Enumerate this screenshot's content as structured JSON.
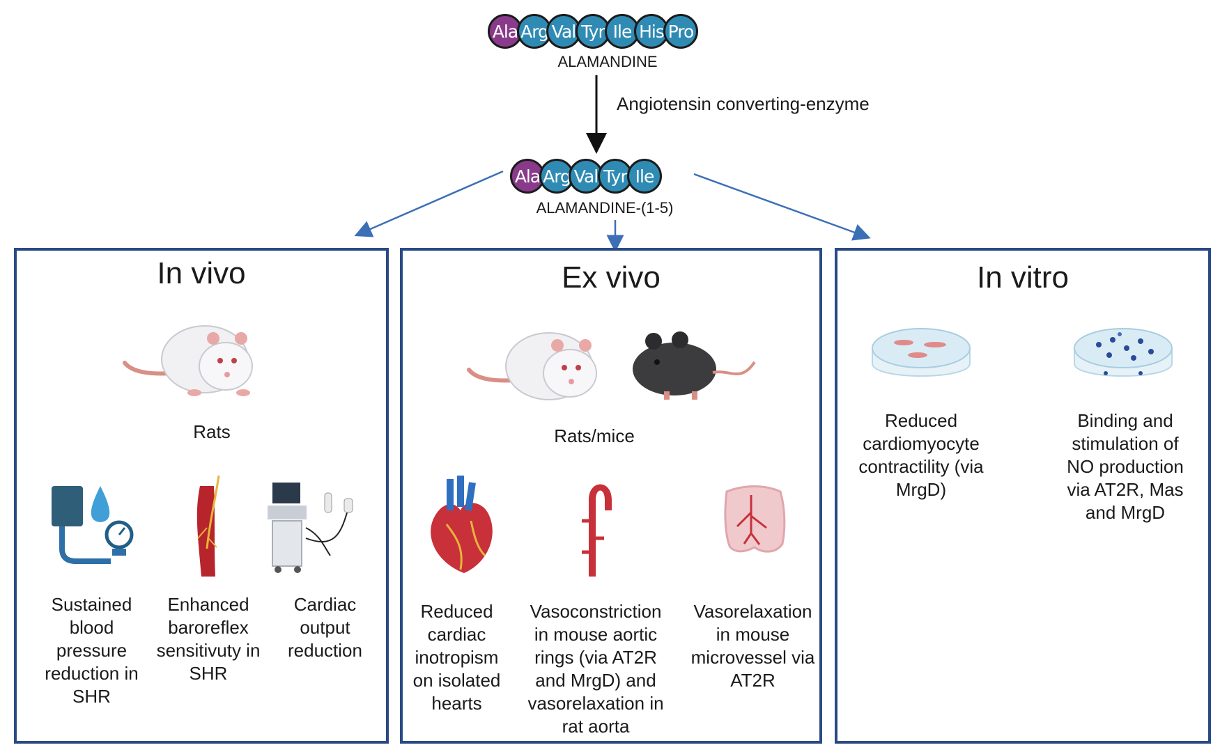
{
  "top_peptide": {
    "residues": [
      "Ala",
      "Arg",
      "Val",
      "Tyr",
      "Ile",
      "His",
      "Pro"
    ],
    "name": "ALAMANDINE"
  },
  "enzyme_label": "Angiotensin converting-enzyme",
  "bottom_peptide": {
    "residues": [
      "Ala",
      "Arg",
      "Val",
      "Tyr",
      "Ile"
    ],
    "name": "ALAMANDINE-(1-5)"
  },
  "colors": {
    "ala": "#8a3a8a",
    "residue": "#2f8bb3",
    "panel_border": "#2a4a86",
    "arrow": "#3b6fb6"
  },
  "panels": {
    "in_vivo": {
      "title": "In vivo",
      "animal": "Rats",
      "effects": [
        {
          "icon": "blood-pressure-monitor-icon",
          "text": "Sustained blood pressure reduction in SHR"
        },
        {
          "icon": "artery-nerve-icon",
          "text": "Enhanced baroreflex sensitivuty in SHR"
        },
        {
          "icon": "ultrasound-machine-icon",
          "text": "Cardiac output reduction"
        }
      ]
    },
    "ex_vivo": {
      "title": "Ex vivo",
      "animal": "Rats/mice",
      "effects": [
        {
          "icon": "heart-icon",
          "text": "Reduced cardiac inotropism on isolated hearts"
        },
        {
          "icon": "aorta-icon",
          "text": "Vasoconstriction in mouse aortic rings (via AT2R and MrgD) and vasorelaxation in rat aorta"
        },
        {
          "icon": "microvessel-icon",
          "text": "Vasorelaxation in mouse microvessel via AT2R"
        }
      ]
    },
    "in_vitro": {
      "title": "In vitro",
      "effects": [
        {
          "icon": "petri-dish-cardiomyocytes-icon",
          "text": "Reduced cardiomyocyte contractility (via MrgD)"
        },
        {
          "icon": "petri-dish-cells-icon",
          "text": "Binding and stimulation of NO production via AT2R, Mas and MrgD"
        }
      ]
    }
  }
}
